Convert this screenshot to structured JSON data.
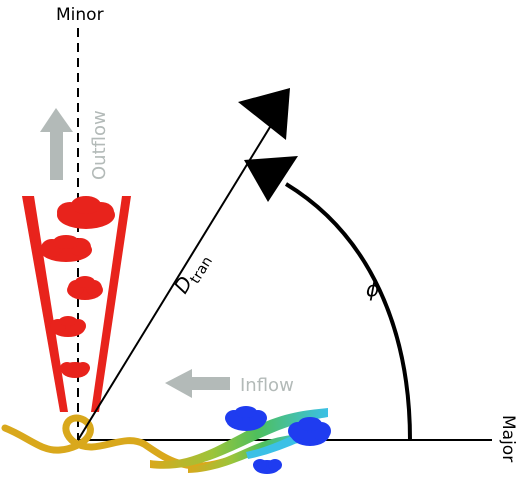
{
  "labels": {
    "minor_axis": "Minor",
    "major_axis": "Major",
    "outflow": "Outflow",
    "inflow": "Inflow",
    "distance_main": "D",
    "distance_sub": "tran",
    "angle": "ϕ"
  },
  "colors": {
    "axis": "#000000",
    "outflow_red": "#e8231c",
    "inflow_arrow": "#b3bab8",
    "cloud_blue": "#1f3cf0",
    "galaxy_gold": "#d9a81c",
    "stream_green": "#7cc043",
    "stream_cyan": "#3bc0e6"
  }
}
